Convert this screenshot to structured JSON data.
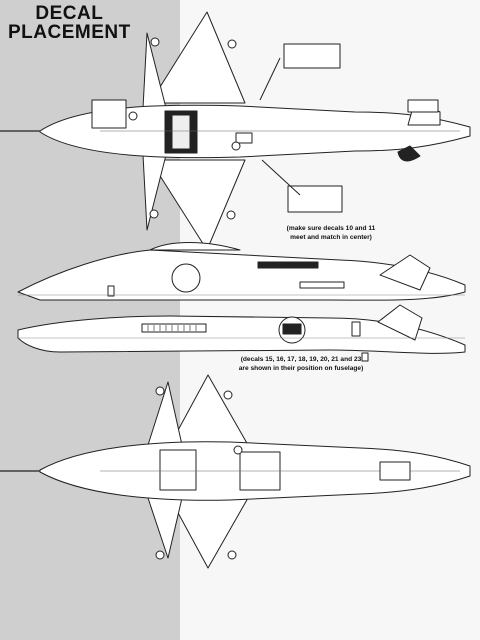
{
  "title": {
    "line1": "DECAL",
    "line2": "PLACEMENT"
  },
  "notes": {
    "center_line1": "(make sure decals 10 and 11",
    "center_line2": "meet and match in center)",
    "fuselage_line1": "(decals 15, 16, 17, 18, 19, 20, 21 and 23",
    "fuselage_line2": "are shown in their position on fuselage)"
  }
}
